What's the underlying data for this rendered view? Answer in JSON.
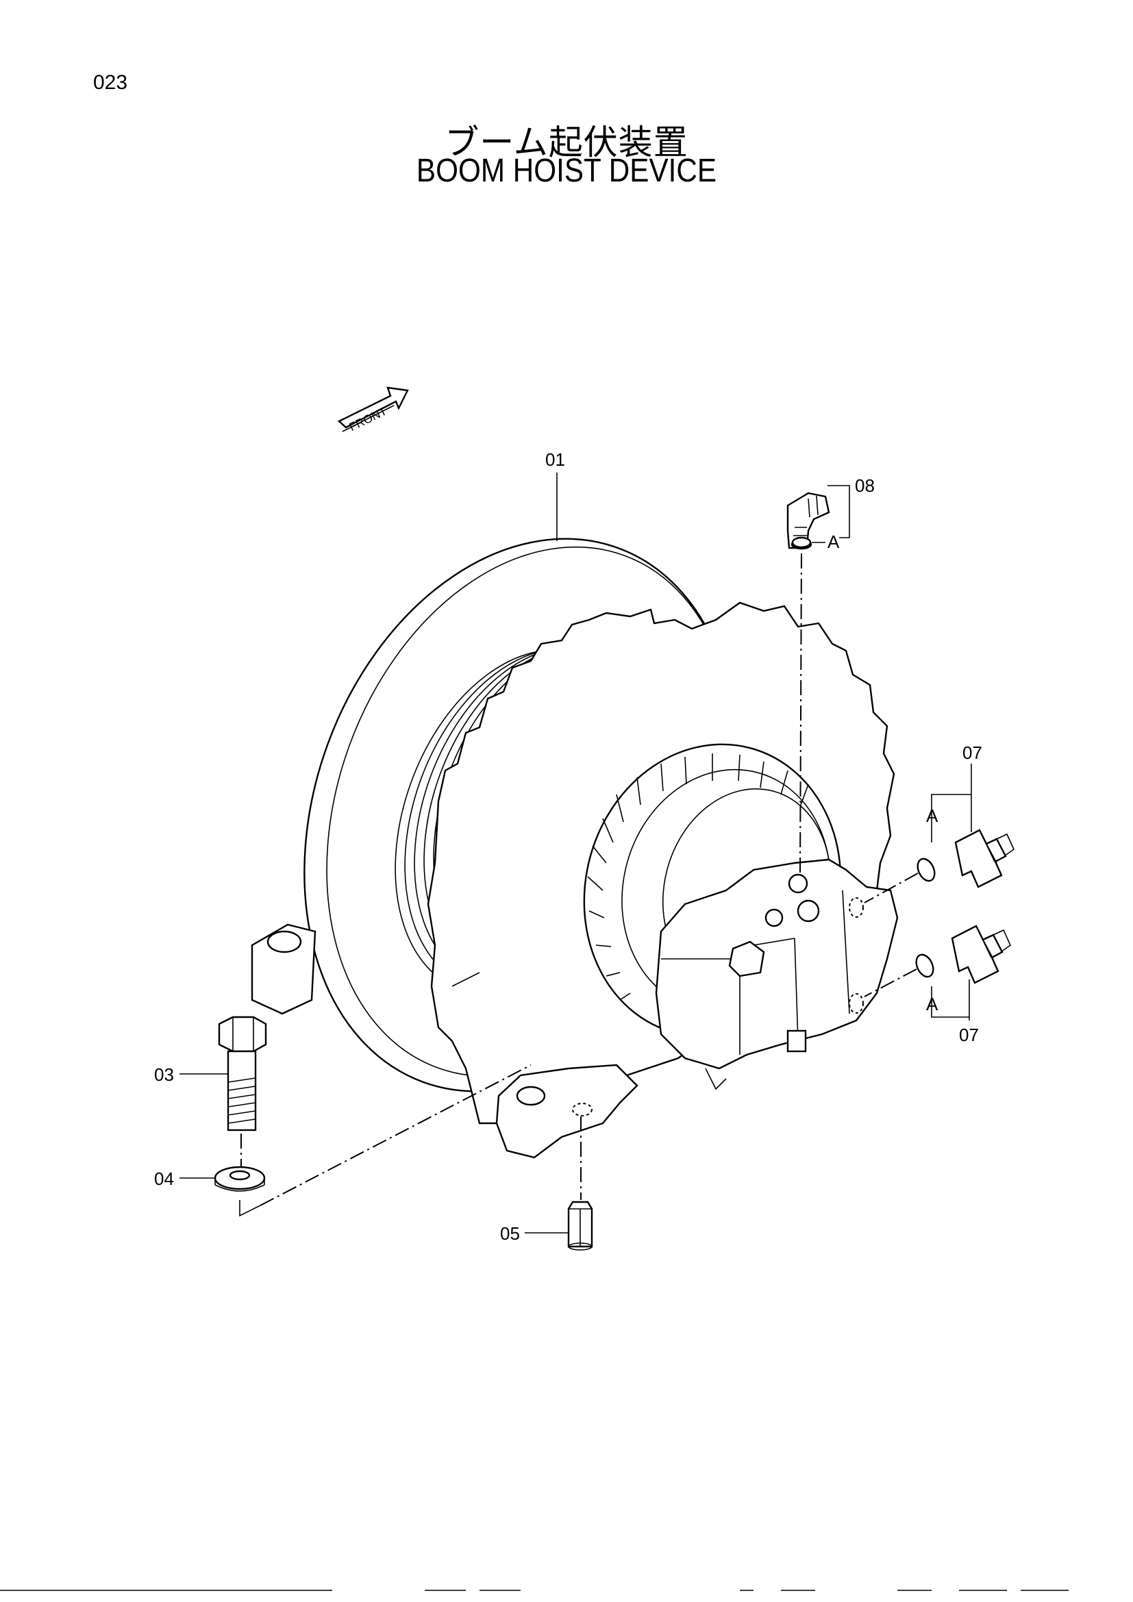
{
  "page": {
    "number": "023",
    "title_jp": "ブーム起伏装置",
    "title_en": "BOOM HOIST DEVICE"
  },
  "diagram": {
    "front_indicator": "FRONT",
    "callouts": {
      "p01": "01",
      "p03": "03",
      "p04": "04",
      "p05": "05",
      "p07_top": "07",
      "p07_bottom": "07",
      "p08": "08"
    },
    "refs": {
      "a_08": "A",
      "a_07_top": "A",
      "a_07_bottom": "A"
    }
  }
}
